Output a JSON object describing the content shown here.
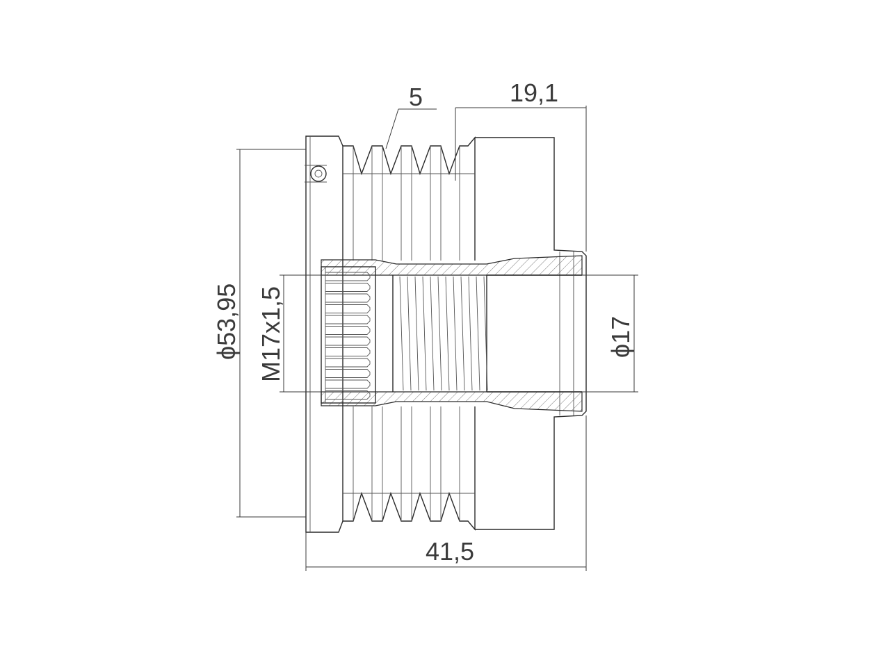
{
  "dimensions": {
    "groove_count": "5",
    "width_right_section": "19,1",
    "outer_diameter": "ϕ53,95",
    "thread": "M17x1,5",
    "bore_diameter": "ϕ17",
    "total_length": "41,5"
  },
  "colors": {
    "line": "#2a2a2a",
    "hatch": "#7a7a7a",
    "background": "#ffffff"
  }
}
